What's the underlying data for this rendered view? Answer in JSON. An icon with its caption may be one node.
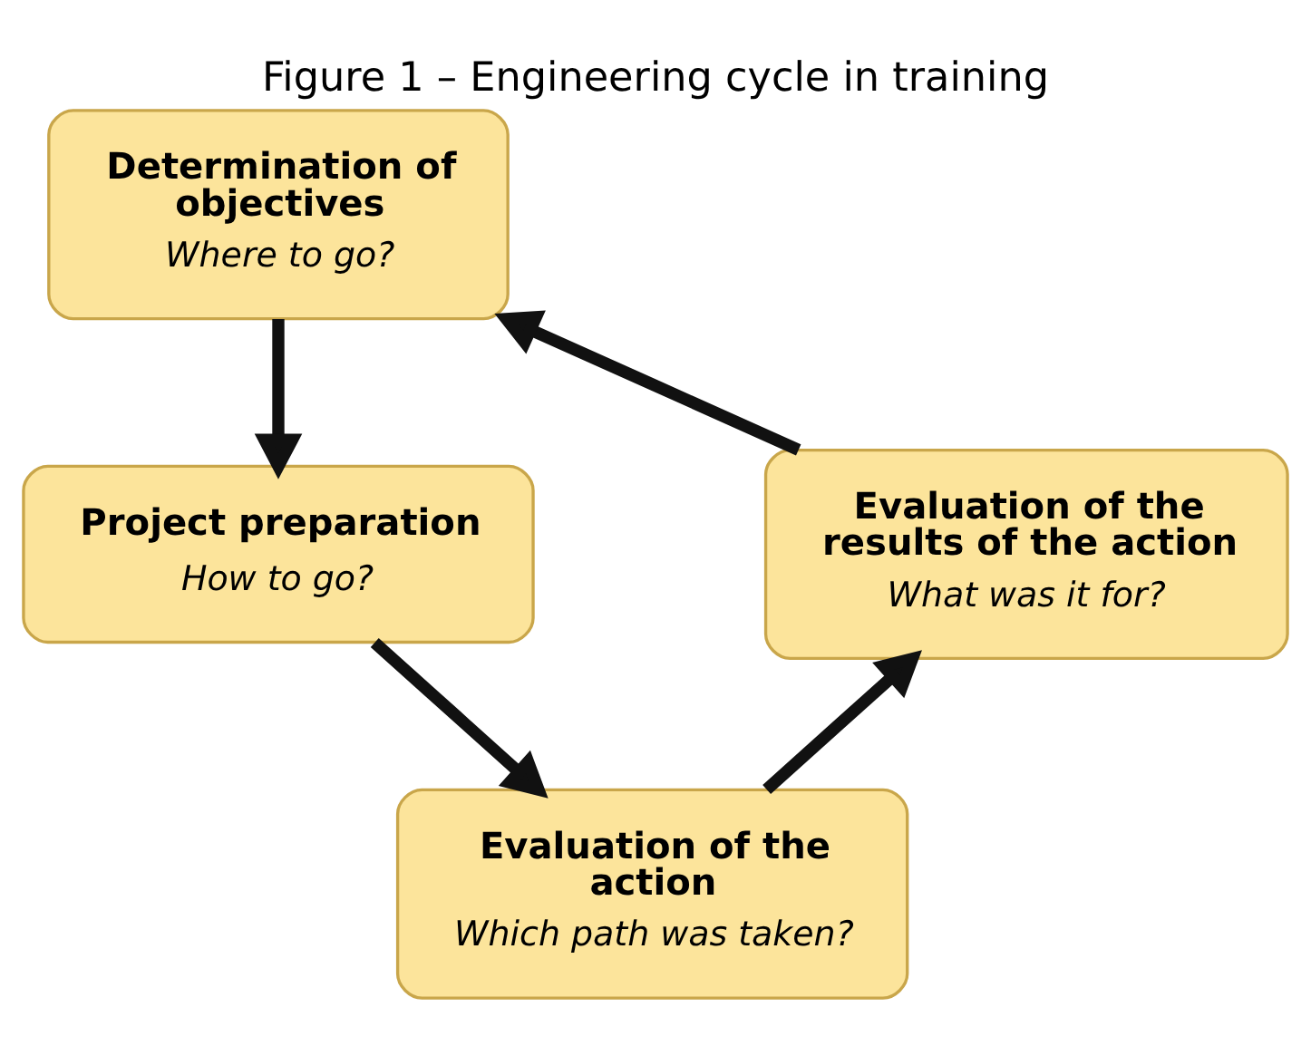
{
  "diagram": {
    "title": "Figure 1 – Engineering cycle in training",
    "nodes": [
      {
        "text": [
          "Determination of objectives",
          "Where to go?"
        ]
      },
      {
        "text": [
          "Project preparation",
          "How to go?"
        ]
      },
      {
        "text": [
          "Evaluation of the action",
          "Which path was taken?"
        ]
      },
      {
        "text": [
          "Evaluation of the results of the action",
          "What was it for?"
        ]
      }
    ],
    "edges": [
      {
        "from": 0,
        "to": 1,
        "arrow": "to"
      },
      {
        "from": 1,
        "to": 2,
        "arrow": "to"
      },
      {
        "from": 2,
        "to": 3,
        "arrow": "to"
      },
      {
        "from": 3,
        "to": 0,
        "arrow": "to"
      }
    ]
  }
}
